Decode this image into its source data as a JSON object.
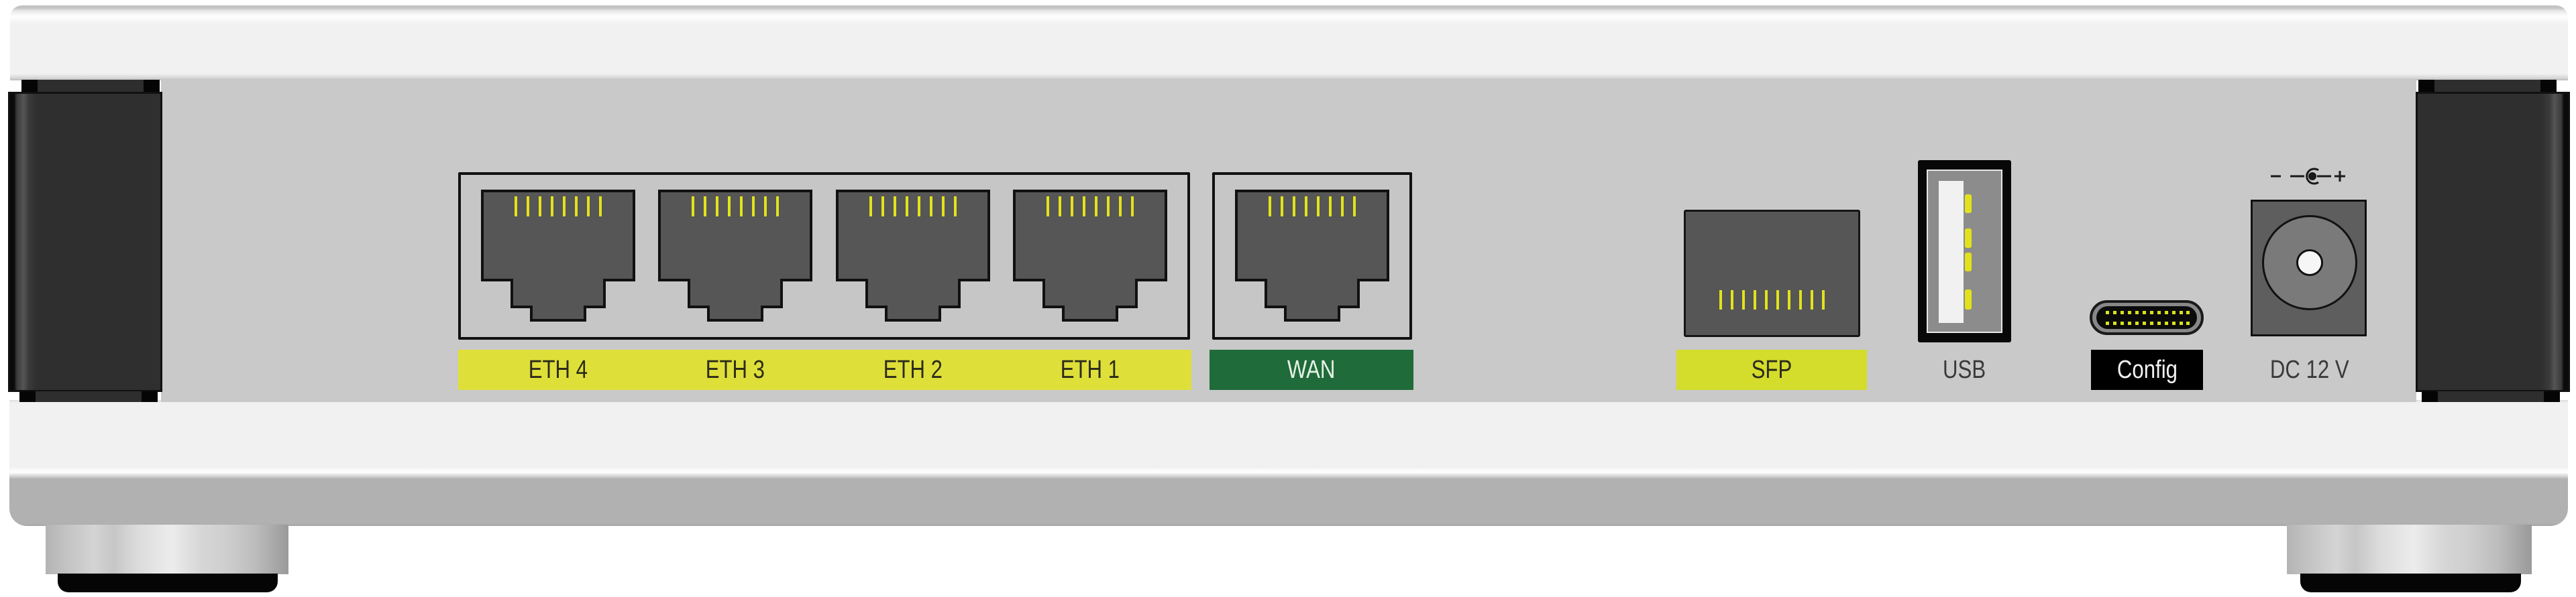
{
  "device": {
    "view": "rear panel",
    "colors": {
      "shell": "#f1f1f1",
      "panel": "#c9c9c9",
      "bumper": "#2f2f2f",
      "port_body": "#565656",
      "pin": "#e2e21c",
      "eth_label": "#dfdf3a",
      "wan_label": "#1f6b3a",
      "sfp_label": "#d4dc2c",
      "config_label": "#000000"
    }
  },
  "ports": {
    "eth": [
      {
        "label": "ETH 4",
        "pins": 8,
        "icon": "rj45-port-icon"
      },
      {
        "label": "ETH 3",
        "pins": 8,
        "icon": "rj45-port-icon"
      },
      {
        "label": "ETH 2",
        "pins": 8,
        "icon": "rj45-port-icon"
      },
      {
        "label": "ETH 1",
        "pins": 8,
        "icon": "rj45-port-icon"
      }
    ],
    "wan": {
      "label": "WAN",
      "pins": 8,
      "icon": "rj45-port-icon"
    },
    "sfp": {
      "label": "SFP",
      "pins": 10,
      "icon": "sfp-cage-icon"
    },
    "usb": {
      "label": "USB",
      "pins": 4,
      "icon": "usb-a-port-icon"
    },
    "config": {
      "label": "Config",
      "pins_per_row": 12,
      "icon": "usb-c-port-icon"
    },
    "power": {
      "label": "DC 12 V",
      "polarity": {
        "minus": "−",
        "plus": "+"
      },
      "icon": "dc-jack-icon"
    }
  }
}
